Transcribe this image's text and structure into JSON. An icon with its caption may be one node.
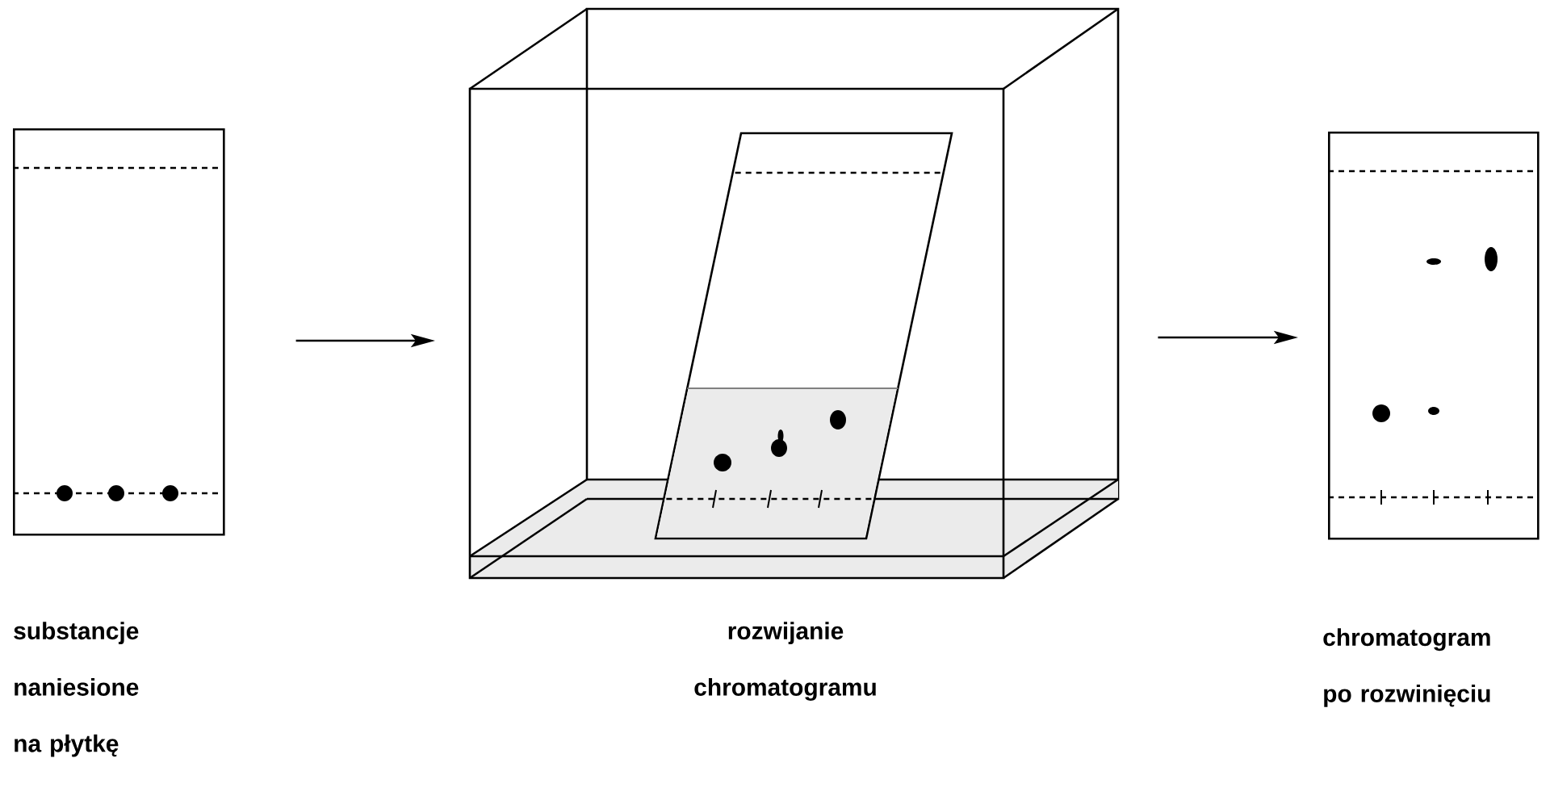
{
  "diagram": {
    "nodes": [
      {
        "text": [],
        "shape": "picture",
        "beside": [
          "substancje naniesione na płytkę"
        ]
      },
      {
        "text": [],
        "shape": "picture",
        "beside": [
          "rozwijanie chromatogramu"
        ]
      },
      {
        "text": [],
        "shape": "picture",
        "beside": [
          "chromatogram po rozwinięciu"
        ]
      }
    ],
    "edges": [
      {
        "from": 0,
        "to": 1,
        "arrow": "to"
      },
      {
        "from": 1,
        "to": 2,
        "arrow": "to"
      }
    ]
  }
}
